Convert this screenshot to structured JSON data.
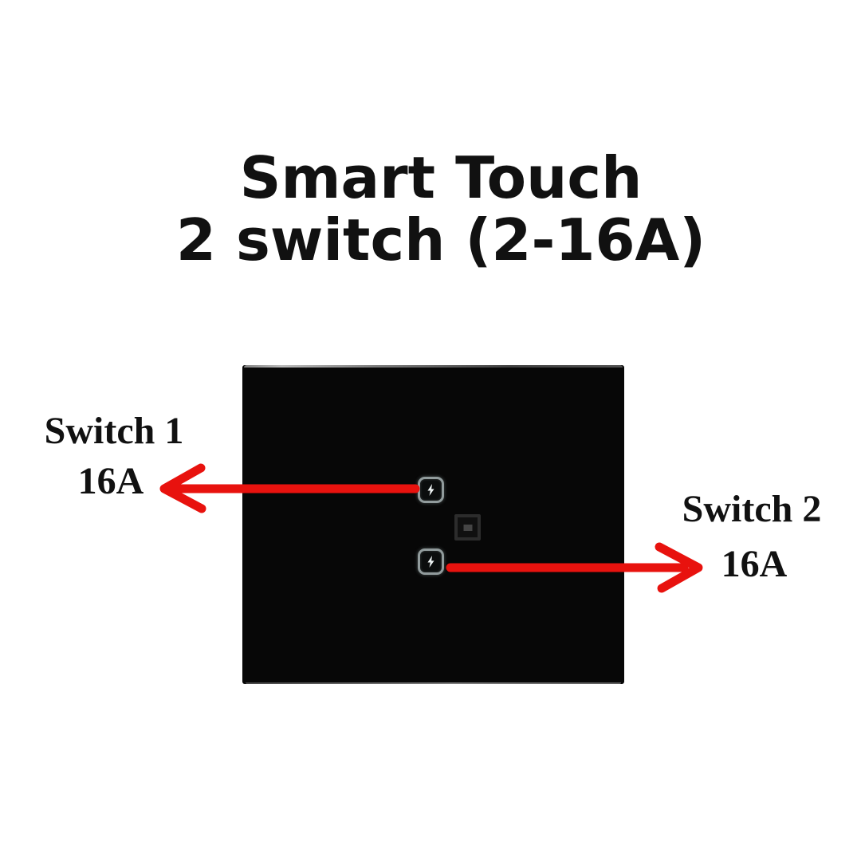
{
  "title": {
    "line1": "Smart Touch",
    "line2": "2 switch (2-16A)"
  },
  "labels": {
    "switch1": {
      "name": "Switch 1",
      "rating": "16A"
    },
    "switch2": {
      "name": "Switch 2",
      "rating": "16A"
    }
  },
  "panel": {
    "description": "black glass 2-gang smart touch switch panel",
    "switch_count": 2,
    "buttons": [
      {
        "id": "switch-1",
        "icon": "lightning-bolt-icon"
      },
      {
        "id": "switch-2",
        "icon": "lightning-bolt-icon"
      }
    ],
    "indicator": "status-indicator"
  },
  "colors": {
    "background": "#ffffff",
    "text": "#111111",
    "panel": "#070707",
    "button_border": "#919b9c",
    "bolt": "#edf3f3",
    "arrow": "#e8120e"
  }
}
